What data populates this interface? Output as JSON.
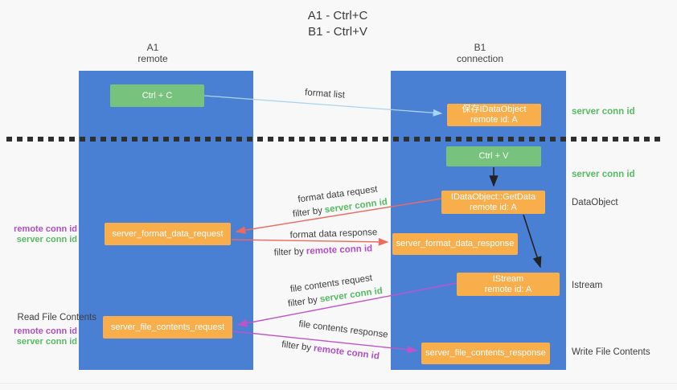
{
  "title": {
    "line1": "A1 - Ctrl+C",
    "line2": "B1 - Ctrl+V"
  },
  "lanes": {
    "a": {
      "id": "A1",
      "role": "remote"
    },
    "b": {
      "id": "B1",
      "role": "connection"
    }
  },
  "nodes": {
    "ctrl_c": {
      "label": "Ctrl + C"
    },
    "save_idataobject": {
      "line1": "保存IDataObject",
      "line2": "remote id: A"
    },
    "ctrl_v": {
      "label": "Ctrl + V"
    },
    "getdata": {
      "line1": "IDataObject::GetData",
      "line2": "remote id: A"
    },
    "server_format_data_request": {
      "label": "server_format_data_request"
    },
    "server_format_data_response": {
      "label": "server_format_data_response"
    },
    "istream": {
      "line1": "IStream",
      "line2": "remote id: A"
    },
    "server_file_contents_request": {
      "label": "server_file_contents_request"
    },
    "server_file_contents_response": {
      "label": "server_file_contents_response"
    }
  },
  "flow_labels": {
    "format_list": "format list",
    "format_data_request": "format data request",
    "format_data_response": "format data response",
    "file_contents_request": "file contents request",
    "file_contents_response": "file contents response",
    "filter_by": "filter by",
    "server_conn_id": "server conn id",
    "remote_conn_id": "remote conn id"
  },
  "side_labels": {
    "left": {
      "remote_conn_id": "remote conn id",
      "server_conn_id": "server conn id",
      "read_file_contents": "Read File Contents"
    },
    "right": {
      "server_conn_id_top": "server conn id",
      "server_conn_id_mid": "server conn id",
      "dataobject": "DataObject",
      "istream": "Istream",
      "write_file_contents": "Write File Contents"
    }
  },
  "colors": {
    "lane_blue": "#4a80d4",
    "node_green": "#77c37e",
    "node_orange": "#f9ae4c",
    "text_green": "#57bb62",
    "text_purple": "#b04fc4",
    "arrow_salmon": "#ee6a5f",
    "arrow_magenta": "#c153c8",
    "arrow_light_blue": "#a8d4f2",
    "arrow_black": "#222222",
    "divider_dark": "#2f2f2f",
    "background": "#f8f8f9"
  }
}
